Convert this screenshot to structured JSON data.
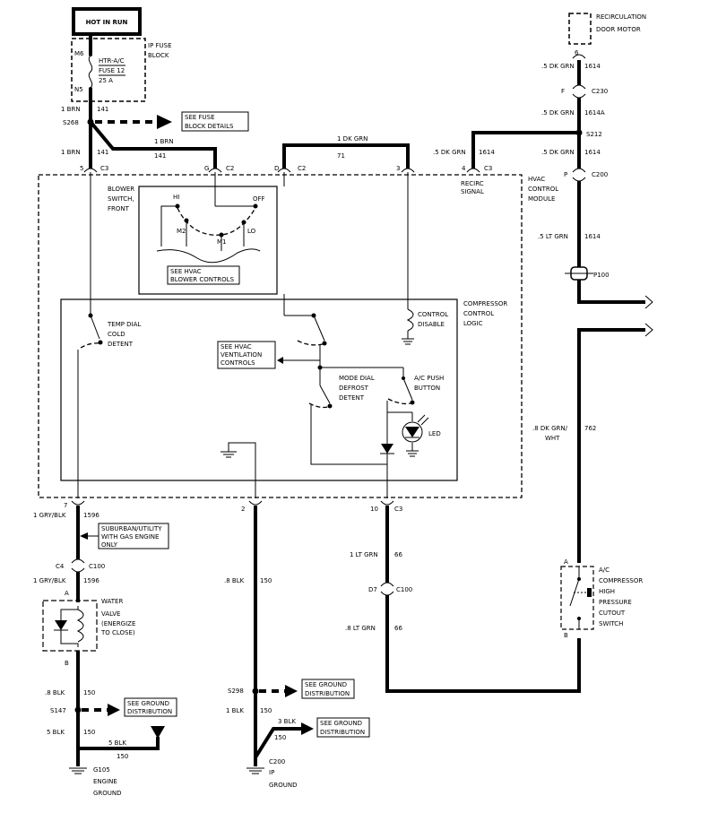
{
  "power": {
    "hot_in_run": "HOT IN RUN"
  },
  "fuse": {
    "block_label": [
      "IP FUSE",
      "BLOCK"
    ],
    "pin_top": "M6",
    "pin_bottom": "N5",
    "lines": [
      "HTR-A/C",
      "FUSE 12",
      "25 A"
    ]
  },
  "recirc_motor": {
    "label": [
      "RECIRCULATION",
      "DOOR MOTOR"
    ],
    "pin": "6"
  },
  "right_wire": [
    {
      "gauge": ".5 DK GRN",
      "circuit": "1614"
    },
    {
      "connector_pin": "F",
      "connector": "C230"
    },
    {
      "gauge": ".5 DK GRN",
      "circuit": "1614A"
    },
    {
      "splice": "S212"
    },
    {
      "gauge": ".5 DK GRN",
      "circuit": "1614"
    },
    {
      "connector_pin": "P",
      "connector": "C200"
    },
    {
      "gauge": ".5 LT GRN",
      "circuit": "1614"
    },
    {
      "connector": "P100"
    }
  ],
  "top_wires": {
    "w1_gauge": "1 BRN",
    "w1_circuit": "141",
    "splice": "S268",
    "fuse_details": [
      "SEE FUSE",
      "BLOCK DETAILS"
    ],
    "w2_gauge": "1 BRN",
    "w2_circuit": "141",
    "w3_gauge": "1 BRN",
    "w3_circuit": "141",
    "w4_gauge": "1 DK GRN",
    "w4_circuit": "71",
    "w5_gauge": ".5 DK GRN",
    "w5_circuit": "1614"
  },
  "module_pins_top": [
    {
      "pin": "5",
      "connector": "C3"
    },
    {
      "pin": "G",
      "connector": "C2"
    },
    {
      "pin": "D",
      "connector": "C2"
    },
    {
      "pin": "3",
      "connector": ""
    },
    {
      "pin": "4",
      "connector": "C3"
    }
  ],
  "recirc_signal": [
    "RECIRC",
    "SIGNAL"
  ],
  "module": {
    "label": [
      "HVAC",
      "CONTROL",
      "MODULE"
    ]
  },
  "blower": {
    "label": [
      "BLOWER",
      "SWITCH,",
      "FRONT"
    ],
    "positions": [
      "HI",
      "OFF",
      "M2",
      "M1",
      "LO"
    ],
    "see": [
      "SEE HVAC",
      "BLOWER CONTROLS"
    ]
  },
  "compressor_logic": {
    "label": [
      "COMPRESSOR",
      "CONTROL",
      "LOGIC"
    ],
    "temp_dial": [
      "TEMP DIAL",
      "COLD",
      "DETENT"
    ],
    "control_disable": [
      "CONTROL",
      "DISABLE"
    ],
    "see_vent": [
      "SEE HVAC",
      "VENTILATION",
      "CONTROLS"
    ],
    "mode_dial": [
      "MODE DIAL",
      "DEFROST",
      "DETENT"
    ],
    "ac_push": [
      "A/C PUSH",
      "BUTTON"
    ],
    "led": "LED"
  },
  "module_pins_bottom": [
    {
      "pin": "7",
      "connector": ""
    },
    {
      "pin": "2",
      "connector": ""
    },
    {
      "pin": "10",
      "connector": "C3"
    }
  ],
  "left_branch": {
    "w1_gauge": "1 GRY/BLK",
    "w1_circuit": "1596",
    "note": [
      "SUBURBAN/UTILITY",
      "WITH GAS ENGINE",
      "ONLY"
    ],
    "conn_pin": "C4",
    "conn": "C100",
    "w2_gauge": "1 GRY/BLK",
    "w2_circuit": "1596",
    "pin_a": "A",
    "pin_b": "B",
    "valve": [
      "WATER",
      "VALVE",
      "(ENERGIZE",
      "TO CLOSE)"
    ],
    "w3_gauge": ".8 BLK",
    "w3_circuit": "150",
    "splice": "S147",
    "ground_dist": [
      "SEE GROUND",
      "DISTRIBUTION"
    ],
    "w4_gauge": "5 BLK",
    "w4_circuit": "150",
    "w5_gauge": "5 BLK",
    "w5_circuit": "150",
    "ground": "G105",
    "ground_label": [
      "ENGINE",
      "GROUND"
    ]
  },
  "middle_branch": {
    "w1_gauge": ".8 BLK",
    "w1_circuit": "150",
    "splice": "S298",
    "ground_dist": [
      "SEE GROUND",
      "DISTRIBUTION"
    ],
    "w2_gauge": "1 BLK",
    "w2_circuit": "150",
    "w3_gauge": "3 BLK",
    "w3_circuit": "150",
    "ground_dist2": [
      "SEE GROUND",
      "DISTRIBUTION"
    ],
    "ground": "C200",
    "ground_label": [
      "IP",
      "GROUND"
    ]
  },
  "center_branch": {
    "w1_gauge": "1 LT GRN",
    "w1_circuit": "66",
    "conn_pin": "D7",
    "conn": "C100",
    "w2_gauge": ".8 LT GRN",
    "w2_circuit": "66"
  },
  "compressor_switch": {
    "wire_gauge": [
      ".8 DK GRN/",
      "WHT"
    ],
    "wire_circuit": "762",
    "pin_a": "A",
    "pin_b": "B",
    "label": [
      "A/C",
      "COMPRESSOR",
      "HIGH",
      "PRESSURE",
      "CUTOUT",
      "SWITCH"
    ]
  }
}
